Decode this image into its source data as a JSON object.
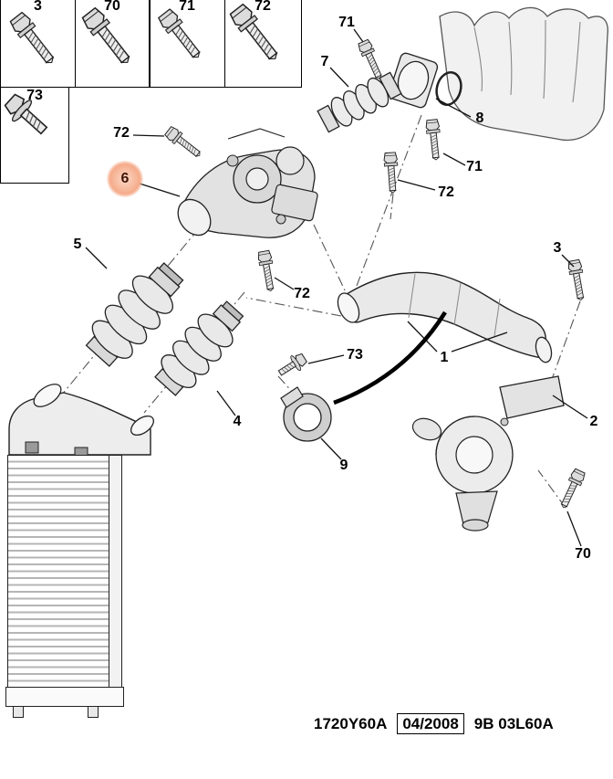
{
  "legend": {
    "cells": [
      {
        "id": "3",
        "label": "3"
      },
      {
        "id": "70",
        "label": "70"
      },
      {
        "id": "71",
        "label": "71"
      },
      {
        "id": "72",
        "label": "72"
      },
      {
        "id": "73",
        "label": "73"
      }
    ]
  },
  "callouts": [
    {
      "id": "71-a",
      "label": "71"
    },
    {
      "id": "7",
      "label": "7"
    },
    {
      "id": "8",
      "label": "8"
    },
    {
      "id": "71-b",
      "label": "71"
    },
    {
      "id": "72-a",
      "label": "72"
    },
    {
      "id": "6",
      "label": "6",
      "highlighted": true
    },
    {
      "id": "72-b",
      "label": "72"
    },
    {
      "id": "5",
      "label": "5"
    },
    {
      "id": "3",
      "label": "3"
    },
    {
      "id": "72-c",
      "label": "72"
    },
    {
      "id": "73",
      "label": "73"
    },
    {
      "id": "1",
      "label": "1"
    },
    {
      "id": "2",
      "label": "2"
    },
    {
      "id": "4",
      "label": "4"
    },
    {
      "id": "9",
      "label": "9"
    },
    {
      "id": "70",
      "label": "70"
    }
  ],
  "footer": {
    "drawing_code": "1720Y60A",
    "date": "04/2008",
    "page_ref": "9B 03L60A"
  },
  "colors": {
    "highlight": "#f5ab8a",
    "highlight-core": "#fcd9c8"
  }
}
